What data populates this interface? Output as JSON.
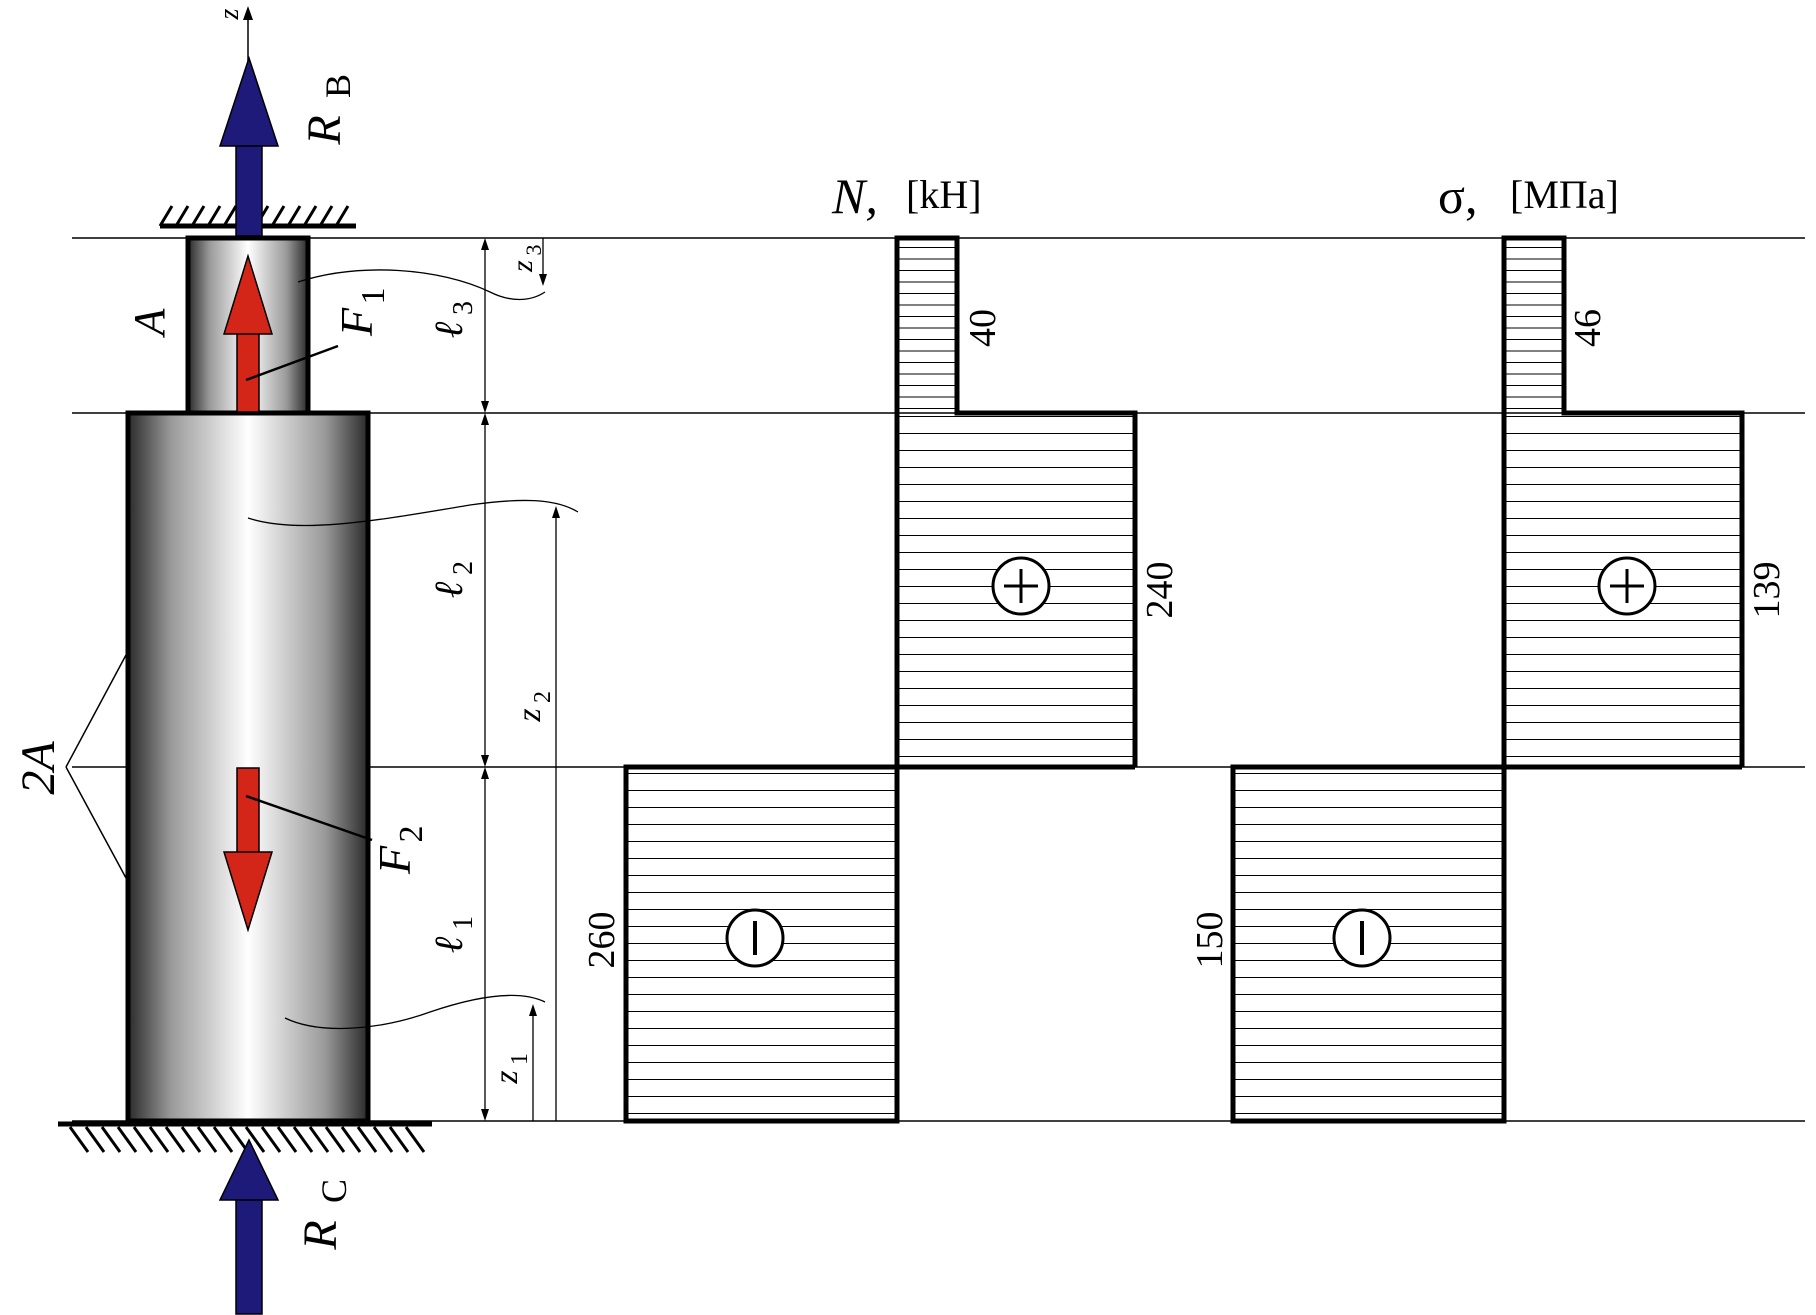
{
  "axis": {
    "z_label": "z"
  },
  "reactions": {
    "top": {
      "main": "R",
      "sub": "B"
    },
    "bottom": {
      "main": "R",
      "sub": "C"
    }
  },
  "forces": {
    "f1": {
      "main": "F",
      "sub": "1"
    },
    "f2": {
      "main": "F",
      "sub": "2"
    }
  },
  "areas": {
    "small": "A",
    "large": "2A"
  },
  "lengths": {
    "l1": {
      "main": "ℓ",
      "sub": "1"
    },
    "l2": {
      "main": "ℓ",
      "sub": "2"
    },
    "l3": {
      "main": "ℓ",
      "sub": "3"
    }
  },
  "coords": {
    "z1": {
      "main": "z",
      "sub": "1"
    },
    "z2": {
      "main": "z",
      "sub": "2"
    },
    "z3": {
      "main": "z",
      "sub": "3"
    }
  },
  "diagram_N": {
    "symbol": "N,",
    "unit": "[kH]",
    "values": {
      "top": "40",
      "middle": "240",
      "bottom": "260"
    },
    "signs": {
      "positive": "+",
      "negative": "−"
    }
  },
  "diagram_sigma": {
    "symbol": "σ,",
    "unit": "[MПa]",
    "values": {
      "top": "46",
      "middle": "139",
      "bottom": "150"
    },
    "signs": {
      "positive": "+",
      "negative": "−"
    }
  },
  "colors": {
    "reaction_arrow": "#1d1a7a",
    "force_arrow": "#d42618",
    "rod_edge": "#2a2a2a",
    "rod_highlight": "#ffffff"
  }
}
